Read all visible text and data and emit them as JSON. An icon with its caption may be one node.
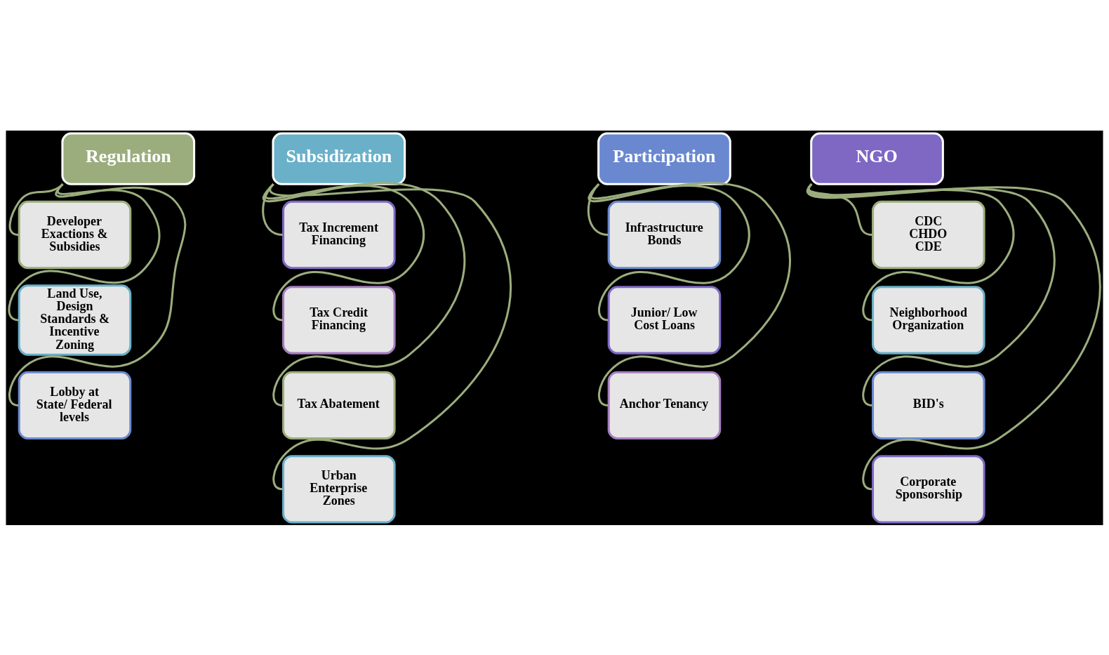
{
  "diagram": {
    "nodes": [
      {
        "text": [
          "Regulation"
        ]
      },
      {
        "text": [
          "Developer Exactions & Subsidies"
        ]
      },
      {
        "text": [
          "Land Use, Design Standards & Incentive Zoning"
        ]
      },
      {
        "text": [
          "Lobby at State/ Federal levels"
        ]
      },
      {
        "text": [
          "Subsidization"
        ]
      },
      {
        "text": [
          "Tax Increment Financing"
        ]
      },
      {
        "text": [
          "Tax Credit Financing"
        ]
      },
      {
        "text": [
          "Tax Abatement"
        ]
      },
      {
        "text": [
          "Urban Enterprise Zones"
        ]
      },
      {
        "text": [
          "Participation"
        ]
      },
      {
        "text": [
          "Infrastructure Bonds"
        ]
      },
      {
        "text": [
          "Junior/ Low Cost Loans"
        ]
      },
      {
        "text": [
          "Anchor Tenancy"
        ]
      },
      {
        "text": [
          "NGO"
        ]
      },
      {
        "text": [
          "CDC",
          "CHDO",
          "CDE"
        ]
      },
      {
        "text": [
          "Neighborhood Organization"
        ]
      },
      {
        "text": [
          "BID's"
        ]
      },
      {
        "text": [
          "Corporate Sponsorship"
        ]
      }
    ],
    "edges": [
      {
        "from": 0,
        "to": 1,
        "arrow": "none"
      },
      {
        "from": 0,
        "to": 2,
        "arrow": "none"
      },
      {
        "from": 0,
        "to": 3,
        "arrow": "none"
      },
      {
        "from": 4,
        "to": 5,
        "arrow": "none"
      },
      {
        "from": 4,
        "to": 6,
        "arrow": "none"
      },
      {
        "from": 4,
        "to": 7,
        "arrow": "none"
      },
      {
        "from": 4,
        "to": 8,
        "arrow": "none"
      },
      {
        "from": 9,
        "to": 10,
        "arrow": "none"
      },
      {
        "from": 9,
        "to": 11,
        "arrow": "none"
      },
      {
        "from": 9,
        "to": 12,
        "arrow": "none"
      },
      {
        "from": 13,
        "to": 14,
        "arrow": "none"
      },
      {
        "from": 13,
        "to": 15,
        "arrow": "none"
      },
      {
        "from": 13,
        "to": 16,
        "arrow": "none"
      },
      {
        "from": 13,
        "to": 17,
        "arrow": "none"
      }
    ]
  }
}
